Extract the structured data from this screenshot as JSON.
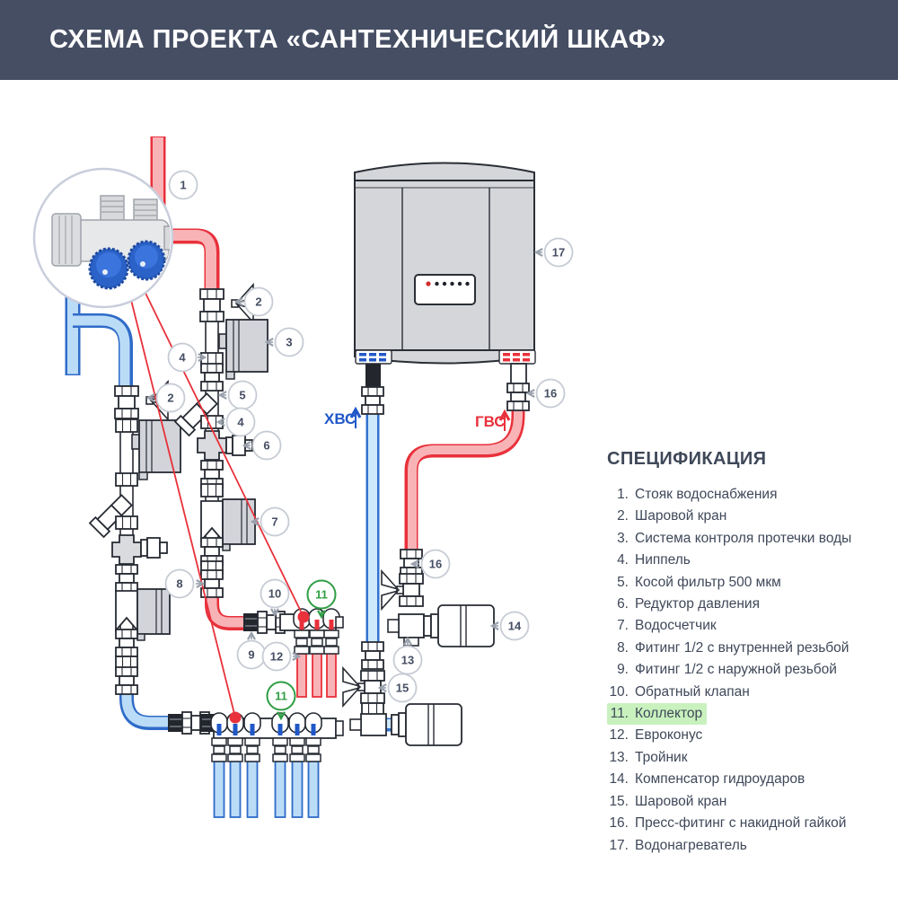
{
  "header": {
    "title": "СХЕМА ПРОЕКТА «САНТЕХНИЧЕСКИЙ ШКАФ»"
  },
  "diagram": {
    "cold_label": "ХВС",
    "hot_label": "ГВС",
    "callouts": [
      {
        "num": "1"
      },
      {
        "num": "2"
      },
      {
        "num": "3"
      },
      {
        "num": "4"
      },
      {
        "num": "5"
      },
      {
        "num": "4"
      },
      {
        "num": "6"
      },
      {
        "num": "2"
      },
      {
        "num": "7"
      },
      {
        "num": "8"
      },
      {
        "num": "10"
      },
      {
        "num": "11"
      },
      {
        "num": "9"
      },
      {
        "num": "12"
      },
      {
        "num": "11"
      },
      {
        "num": "13"
      },
      {
        "num": "15"
      },
      {
        "num": "14"
      },
      {
        "num": "16"
      },
      {
        "num": "16"
      },
      {
        "num": "17"
      }
    ]
  },
  "spec": {
    "title": "СПЕЦИФИКАЦИЯ",
    "highlighted_item": "11",
    "items": [
      {
        "num": "1.",
        "label": "Стояк водоснабжения"
      },
      {
        "num": "2.",
        "label": "Шаровой кран"
      },
      {
        "num": "3.",
        "label": "Система контроля протечки воды"
      },
      {
        "num": "4.",
        "label": "Ниппель"
      },
      {
        "num": "5.",
        "label": "Косой фильтр 500 мкм"
      },
      {
        "num": "6.",
        "label": "Редуктор давления"
      },
      {
        "num": "7.",
        "label": "Водосчетчик"
      },
      {
        "num": "8.",
        "label": "Фитинг 1/2 с внутренней резьбой"
      },
      {
        "num": "9.",
        "label": "Фитинг 1/2 с наружной резьбой"
      },
      {
        "num": "10.",
        "label": "Обратный клапан"
      },
      {
        "num": "11.",
        "label": "Коллектор"
      },
      {
        "num": "12.",
        "label": "Евроконус"
      },
      {
        "num": "13.",
        "label": "Тройник"
      },
      {
        "num": "14.",
        "label": "Компенсатор гидроударов"
      },
      {
        "num": "15.",
        "label": "Шаровой кран"
      },
      {
        "num": "16.",
        "label": "Пресс-фитинг с накидной гайкой"
      },
      {
        "num": "17.",
        "label": "Водонагреватель"
      }
    ]
  },
  "colors": {
    "header_bg": "#454E63",
    "hot": "#E8313B",
    "hot_fill": "#F8B3B7",
    "cold": "#2F6BC8",
    "cold_fill": "#BBDCF7",
    "accent_green": "#2F9E44",
    "highlight": "#C9F1BE",
    "device_gray": "#D2D4D9"
  }
}
